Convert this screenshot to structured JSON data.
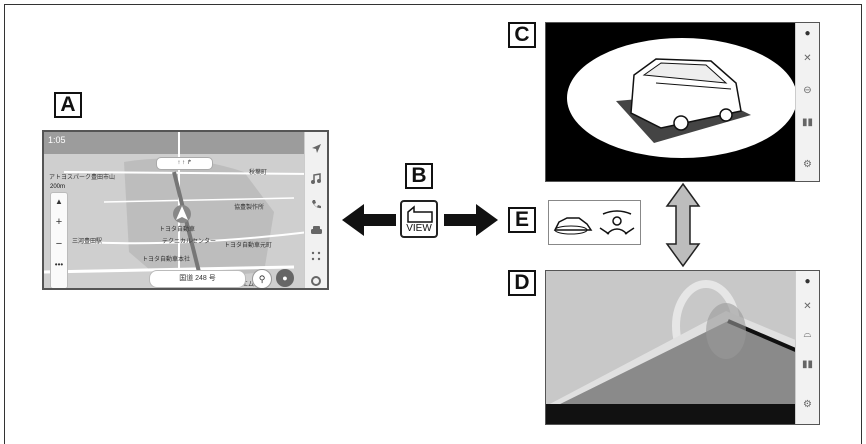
{
  "labels": {
    "a": "A",
    "b": "B",
    "c": "C",
    "d": "D",
    "e": "E"
  },
  "screen_a": {
    "status_time": "1:05",
    "map_labels": [
      "トヨタ自動車",
      "テクニカルセンター",
      "三河豊田駅",
      "トヨタ自動車本社",
      "トヨタ自動車元町",
      "協豊製作所",
      "秋葉町",
      "エムパーク"
    ],
    "scale": "200m",
    "zoom_in": "+",
    "zoom_out": "−",
    "more": "•••",
    "road_name": "国道 248 号",
    "search_icon": "search-icon",
    "mic_icon": "mic-icon"
  },
  "view_key": {
    "text": "VIEW",
    "icon": "camera-icon"
  },
  "e_icons": [
    "car-exterior-icon",
    "driver-view-icon"
  ],
  "colors": {
    "accent": "#000000",
    "map_bg": "#d9d9d9",
    "ground": "#8a8a8a"
  }
}
